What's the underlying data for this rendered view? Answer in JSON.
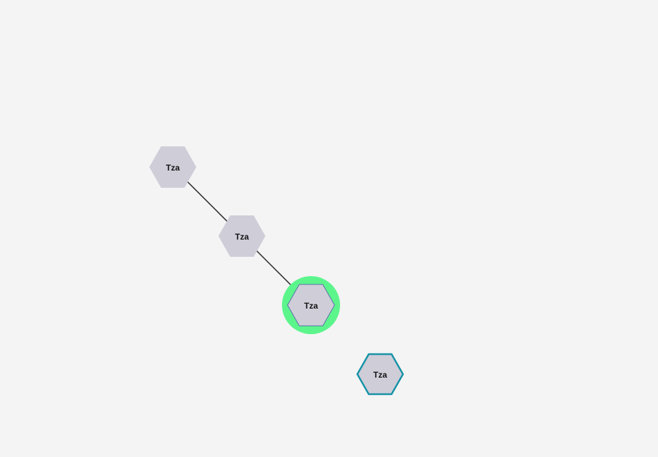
{
  "graph": {
    "background": "#f4f4f4",
    "node_fill": "#cfcdd8",
    "edge_color": "#333333",
    "selection_halo_color": "#5cf58c",
    "selected_outline_color": "#5a6fa8",
    "hover_outline_color": "#1592a6",
    "nodes": [
      {
        "id": "n1",
        "label": "Tza",
        "shape": "hexagon",
        "state": "default"
      },
      {
        "id": "n2",
        "label": "Tza",
        "shape": "hexagon",
        "state": "default"
      },
      {
        "id": "n3",
        "label": "Tza",
        "shape": "hexagon",
        "state": "selected"
      },
      {
        "id": "n4",
        "label": "Tza",
        "shape": "hexagon",
        "state": "highlighted"
      }
    ],
    "edges": [
      {
        "source": "n1",
        "target": "n2"
      },
      {
        "source": "n2",
        "target": "n3"
      }
    ]
  }
}
